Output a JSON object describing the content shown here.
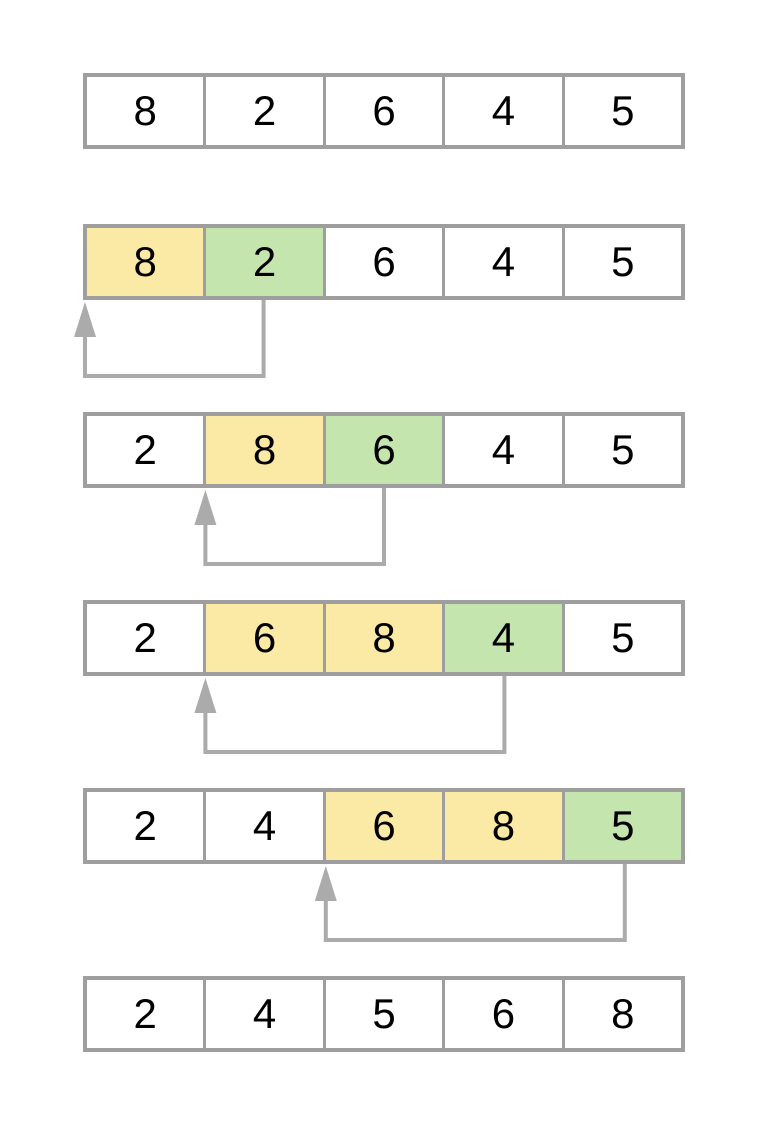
{
  "diagram": {
    "kind": "insertion-sort-steps",
    "colors": {
      "background": "#ffffff",
      "cell_fill": "#ffffff",
      "highlight_yellow": "#fbe9a6",
      "highlight_green": "#c5e5ae",
      "border_gray": "#9e9e9e",
      "arrow_gray": "#ababab",
      "text_black": "#000000"
    },
    "rows": [
      {
        "values": [
          "8",
          "2",
          "6",
          "4",
          "5"
        ],
        "highlights": [
          "none",
          "none",
          "none",
          "none",
          "none"
        ],
        "arrow": null
      },
      {
        "values": [
          "8",
          "2",
          "6",
          "4",
          "5"
        ],
        "highlights": [
          "yellow",
          "green",
          "none",
          "none",
          "none"
        ],
        "arrow": {
          "from_cell": 1,
          "to_cell": 0
        }
      },
      {
        "values": [
          "2",
          "8",
          "6",
          "4",
          "5"
        ],
        "highlights": [
          "none",
          "yellow",
          "green",
          "none",
          "none"
        ],
        "arrow": {
          "from_cell": 2,
          "to_cell": 1
        }
      },
      {
        "values": [
          "2",
          "6",
          "8",
          "4",
          "5"
        ],
        "highlights": [
          "none",
          "yellow",
          "yellow",
          "green",
          "none"
        ],
        "arrow": {
          "from_cell": 3,
          "to_cell": 1
        }
      },
      {
        "values": [
          "2",
          "4",
          "6",
          "8",
          "5"
        ],
        "highlights": [
          "none",
          "none",
          "yellow",
          "yellow",
          "green"
        ],
        "arrow": {
          "from_cell": 4,
          "to_cell": 2
        }
      },
      {
        "values": [
          "2",
          "4",
          "5",
          "6",
          "8"
        ],
        "highlights": [
          "none",
          "none",
          "none",
          "none",
          "none"
        ],
        "arrow": null
      }
    ]
  }
}
